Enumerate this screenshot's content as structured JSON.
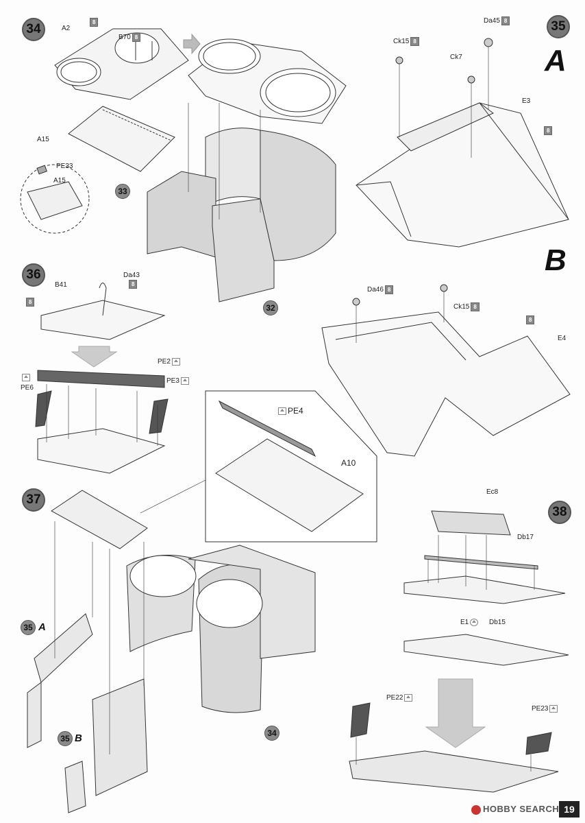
{
  "steps": {
    "s34": "34",
    "s35": "35",
    "s36": "36",
    "s37": "37",
    "s38": "38",
    "ref33": "33",
    "ref32": "32",
    "ref35a": "35",
    "ref35b": "35",
    "ref34": "34"
  },
  "sections": {
    "a": "A",
    "b": "B",
    "sub_a": "A",
    "sub_b": "B"
  },
  "parts": {
    "a2": "A2",
    "b70": "B70",
    "a15": "A15",
    "pe33": "PE33",
    "a15b": "A15",
    "ck15": "Ck15",
    "da45": "Da45",
    "ck7": "Ck7",
    "e3": "E3",
    "da46": "Da46",
    "ck15b": "Ck15",
    "e4": "E4",
    "b41": "B41",
    "da43": "Da43",
    "pe2": "PE2",
    "pe3": "PE3",
    "pe6": "PE6",
    "pe4": "PE4",
    "a10": "A10",
    "ec8": "Ec8",
    "db17": "Db17",
    "e1": "E1",
    "db15": "Db15",
    "pe22": "PE22",
    "pe23": "PE23"
  },
  "paint_code": "8",
  "footer": {
    "watermark": "HOBBY SEARCH",
    "page_number": "19"
  },
  "icons": {
    "photo_etch": "photo-etch-icon",
    "paint": "paint-chip-icon",
    "flip": "flip-icon",
    "arrow": "assembly-arrow-icon"
  }
}
